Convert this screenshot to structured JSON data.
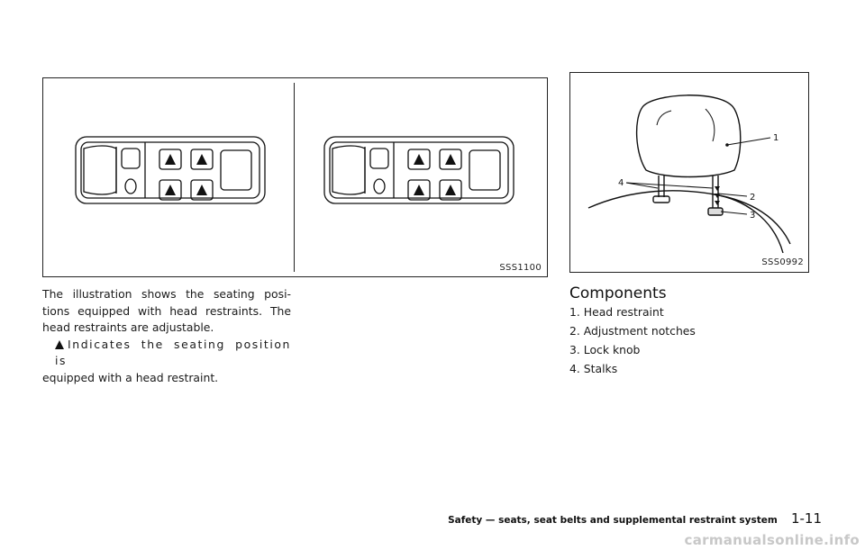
{
  "figures": {
    "left": {
      "code": "SSS1100",
      "diagrams": [
        {
          "marked_seats": [
            "front-left",
            "front-right",
            "rear-left",
            "rear-right"
          ]
        },
        {
          "marked_seats": [
            "front-left",
            "front-right",
            "rear-left",
            "rear-right"
          ]
        }
      ]
    },
    "right": {
      "code": "SSS0992",
      "callouts": [
        "1",
        "2",
        "3",
        "4"
      ]
    }
  },
  "text": {
    "para1": [
      "The illustration shows the seating posi-",
      "tions equipped with head restraints. The",
      "head restraints are adjustable."
    ],
    "para2": [
      "Indicates the seating position is",
      "equipped with a head restraint."
    ],
    "marker_icon": "head-restraint-marker-icon"
  },
  "components": {
    "title": "Components",
    "items": [
      "1. Head restraint",
      "2. Adjustment notches",
      "3. Lock knob",
      "4. Stalks"
    ]
  },
  "footer": {
    "section": "Safety — seats, seat belts and supplemental restraint system",
    "page": "1-11"
  },
  "watermark": "carmanualsonline.info"
}
